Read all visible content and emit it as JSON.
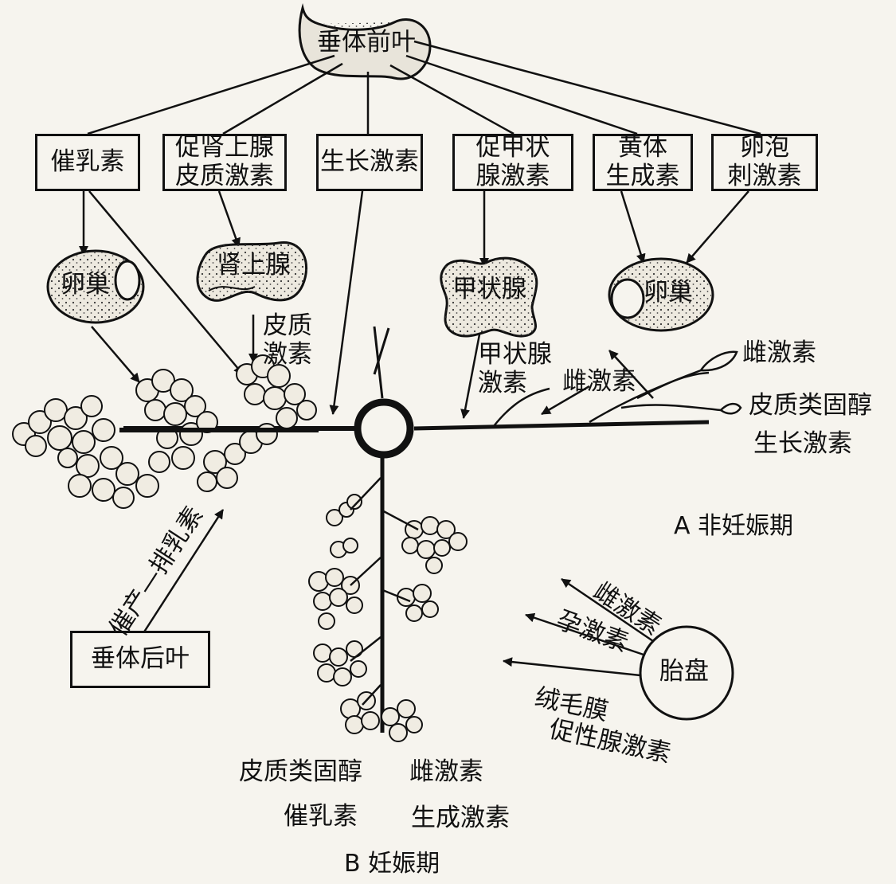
{
  "top": {
    "anterior_pituitary": "垂体前叶"
  },
  "hormone_boxes": {
    "prolactin": "催乳素",
    "acth_1": "促肾上腺",
    "acth_2": "皮质激素",
    "growth": "生长激素",
    "tsh_1": "促甲状",
    "tsh_2": "腺激素",
    "lh_1": "黄体",
    "lh_2": "生成素",
    "fsh_1": "卵泡",
    "fsh_2": "刺激素"
  },
  "organs": {
    "ovary_left": "卵巢",
    "adrenal": "肾上腺",
    "thyroid": "甲状腺",
    "ovary_right": "卵巢"
  },
  "flow_labels": {
    "cortical_1": "皮质",
    "cortical_2": "激素",
    "thyroid_h_1": "甲状腺",
    "thyroid_h_2": "激素",
    "estrogen_mid": "雌激素",
    "estrogen_right": "雌激素",
    "corticosteroid_right": "皮质类固醇",
    "growth_right": "生长激素"
  },
  "posterior": {
    "box": "垂体后叶",
    "arrow_label": "催产—排乳素"
  },
  "placenta": {
    "label": "胎盘",
    "estrogen": "雌激素",
    "progesterone": "孕激素",
    "hcg_1": "绒毛膜",
    "hcg_2": "促性腺激素"
  },
  "bottom": {
    "corticosteroid": "皮质类固醇",
    "prolactin": "催乳素",
    "estrogen": "雌激素",
    "lh": "生成激素"
  },
  "captions": {
    "a": "A 非妊娠期",
    "b": "B 妊娠期"
  }
}
